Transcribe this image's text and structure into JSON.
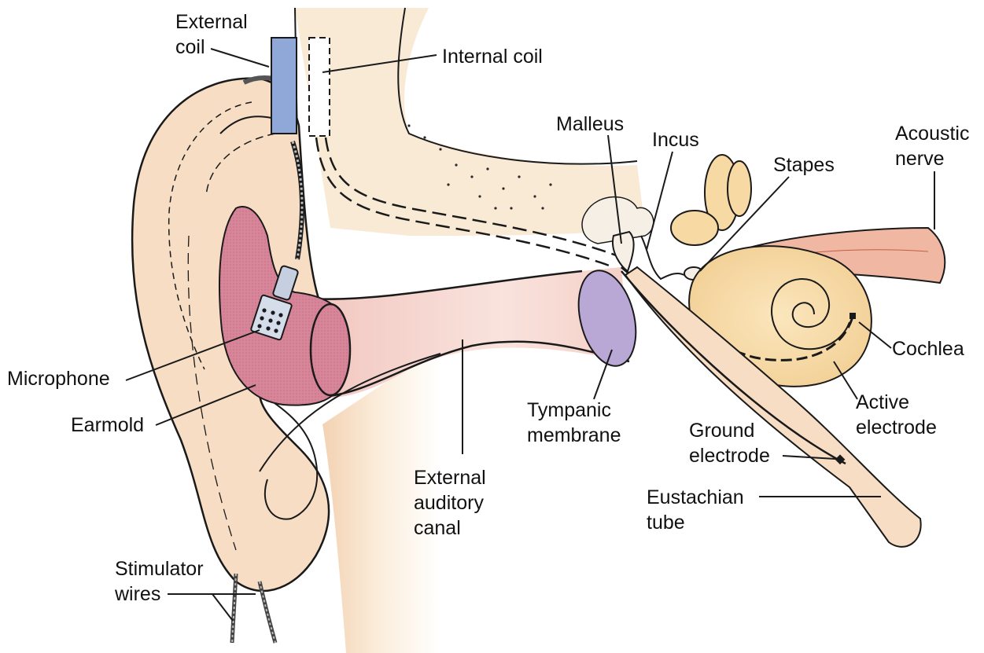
{
  "colors": {
    "skin": "#f6ddc4",
    "skin_light": "#fbeedd",
    "canal": "#f7d9d6",
    "earmold": "#d7869a",
    "coil": "#8fa8d8",
    "tympanic": "#b9a7d6",
    "cochlea": "#f7d9a4",
    "nerve": "#f0b7a3",
    "outline": "#1a1a1a"
  },
  "labels": {
    "external_coil": [
      "External",
      "coil"
    ],
    "internal_coil": [
      "Internal coil"
    ],
    "malleus": [
      "Malleus"
    ],
    "incus": [
      "Incus"
    ],
    "stapes": [
      "Stapes"
    ],
    "acoustic_nerve": [
      "Acoustic",
      "nerve"
    ],
    "cochlea": [
      "Cochlea"
    ],
    "active_electrode": [
      "Active",
      "electrode"
    ],
    "ground_electrode": [
      "Ground",
      "electrode"
    ],
    "eustachian_tube": [
      "Eustachian",
      "tube"
    ],
    "tympanic_membrane": [
      "Tympanic",
      "membrane"
    ],
    "external_auditory_canal": [
      "External",
      "auditory",
      "canal"
    ],
    "microphone": [
      "Microphone"
    ],
    "earmold": [
      "Earmold"
    ],
    "stimulator_wires": [
      "Stimulator",
      "wires"
    ]
  }
}
